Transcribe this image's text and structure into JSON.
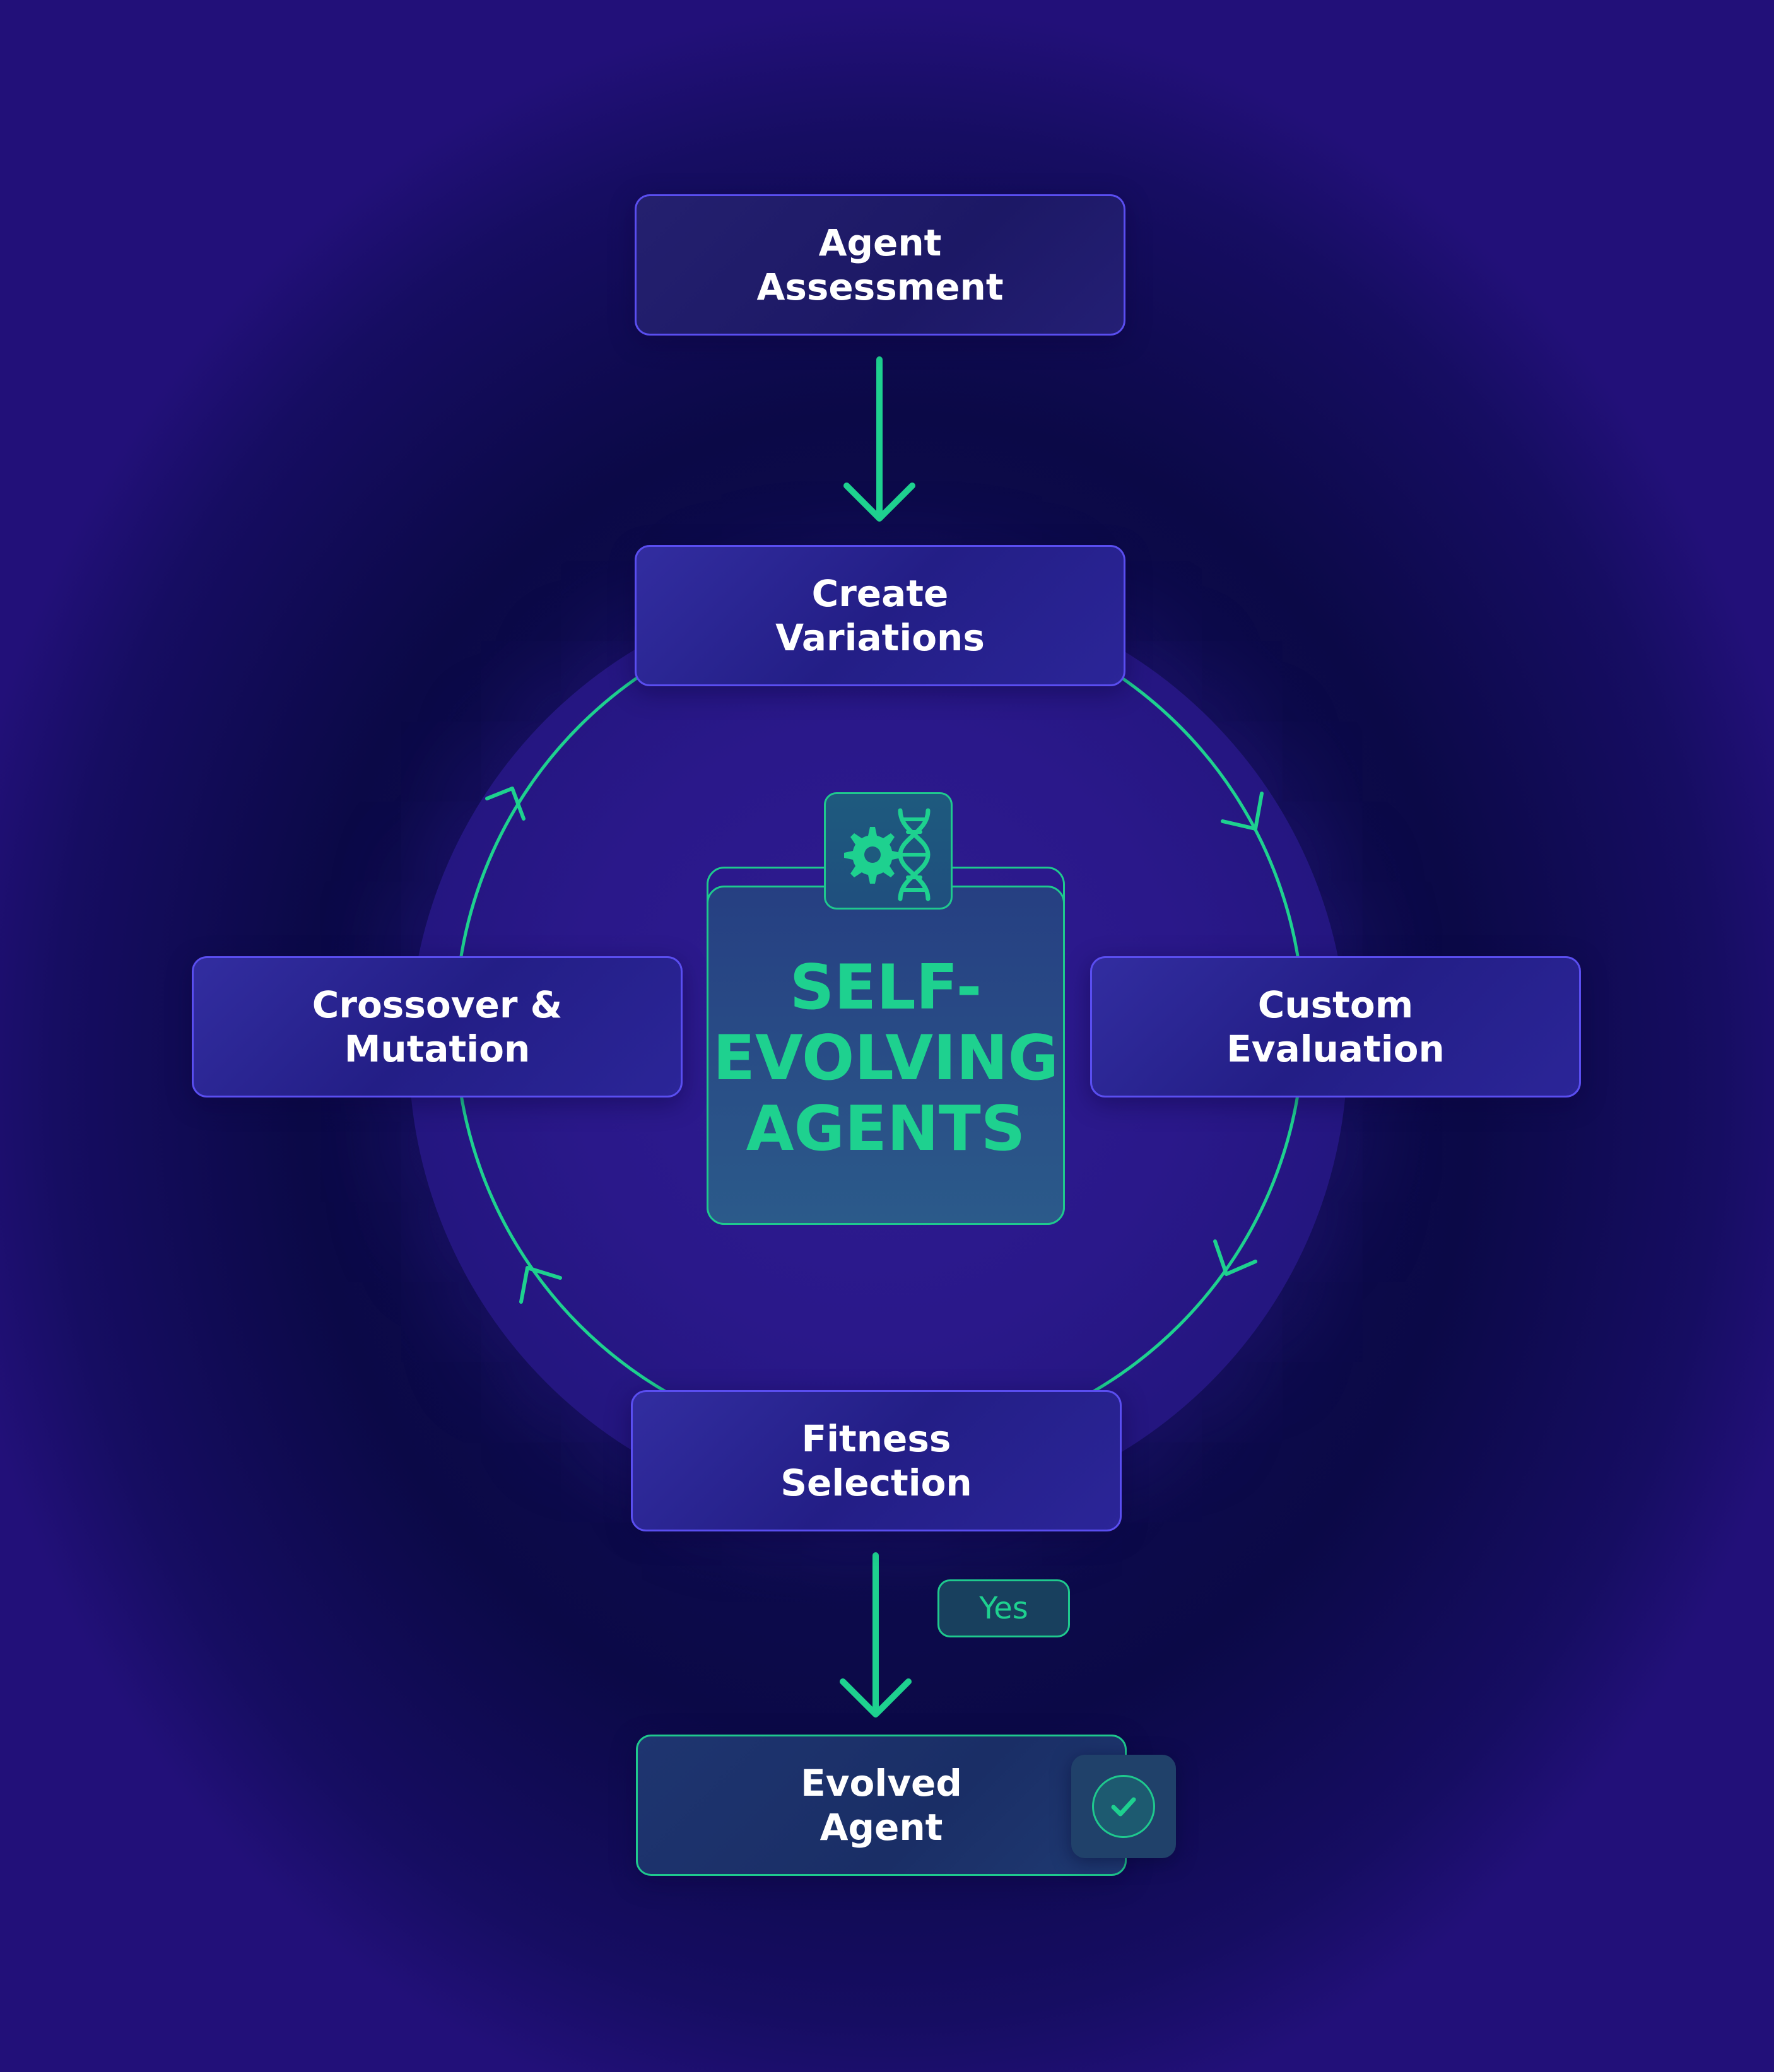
{
  "diagram": {
    "accent_color": "#1ed18f",
    "node_border_color": "#5a4ef0",
    "nodes": {
      "assessment": "Agent\nAssessment",
      "variations": "Create\nVariations",
      "custom_evaluation": "Custom\nEvaluation",
      "fitness_selection": "Fitness\nSelection",
      "crossover_mutation": "Crossover &\nMutation",
      "evolved_agent": "Evolved\nAgent"
    },
    "center_title": "SELF-\nEVOLVING\nAGENTS",
    "center_icon": "gear-dna-icon",
    "yes_label": "Yes",
    "check_icon": "check-circle-icon"
  }
}
